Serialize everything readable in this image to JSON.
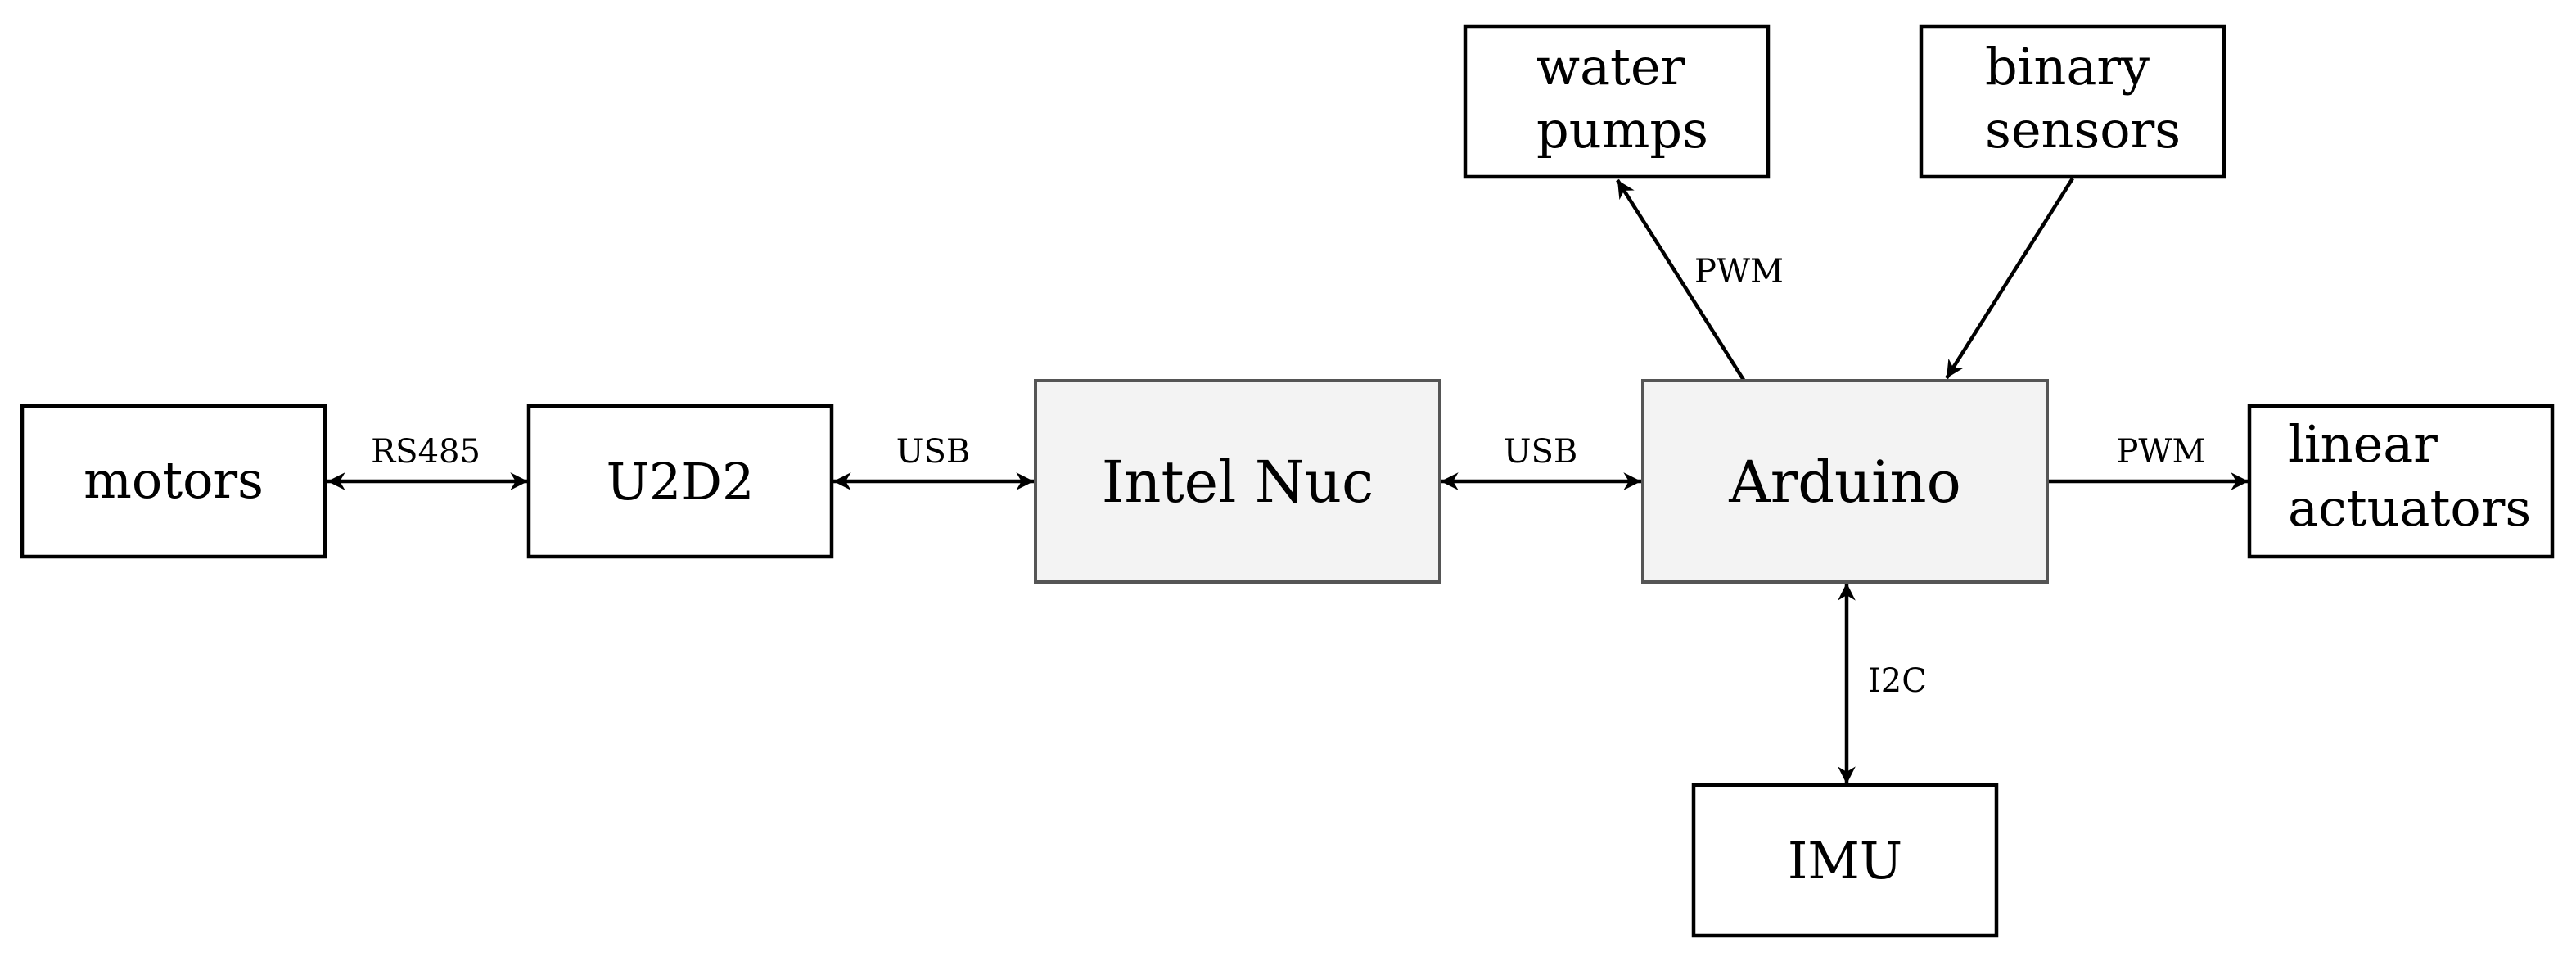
{
  "nodes": {
    "motors": {
      "label": "motors"
    },
    "u2d2": {
      "label": "U2D2"
    },
    "intel_nuc": {
      "label": "Intel Nuc"
    },
    "arduino": {
      "label": "Arduino"
    },
    "water_pumps": {
      "line1": "water",
      "line2": "pumps"
    },
    "binary_sensors": {
      "line1": "binary",
      "line2": "sensors"
    },
    "linear_actuators": {
      "line1": "linear",
      "line2": "actuators"
    },
    "imu": {
      "label": "IMU"
    }
  },
  "edges": {
    "motors_u2d2": {
      "label": "RS485",
      "direction": "bidirectional"
    },
    "u2d2_nuc": {
      "label": "USB",
      "direction": "bidirectional"
    },
    "nuc_arduino": {
      "label": "USB",
      "direction": "bidirectional"
    },
    "arduino_pumps": {
      "label": "PWM",
      "direction": "to water pumps"
    },
    "sensors_arduino": {
      "label": "",
      "direction": "to Arduino"
    },
    "arduino_actuators": {
      "label": "PWM",
      "direction": "to linear actuators"
    },
    "arduino_imu": {
      "label": "I2C",
      "direction": "bidirectional"
    }
  },
  "colors": {
    "line": "#000000",
    "core_fill": "#f3f3f3",
    "core_stroke": "#555555",
    "plain_fill": "#ffffff"
  }
}
